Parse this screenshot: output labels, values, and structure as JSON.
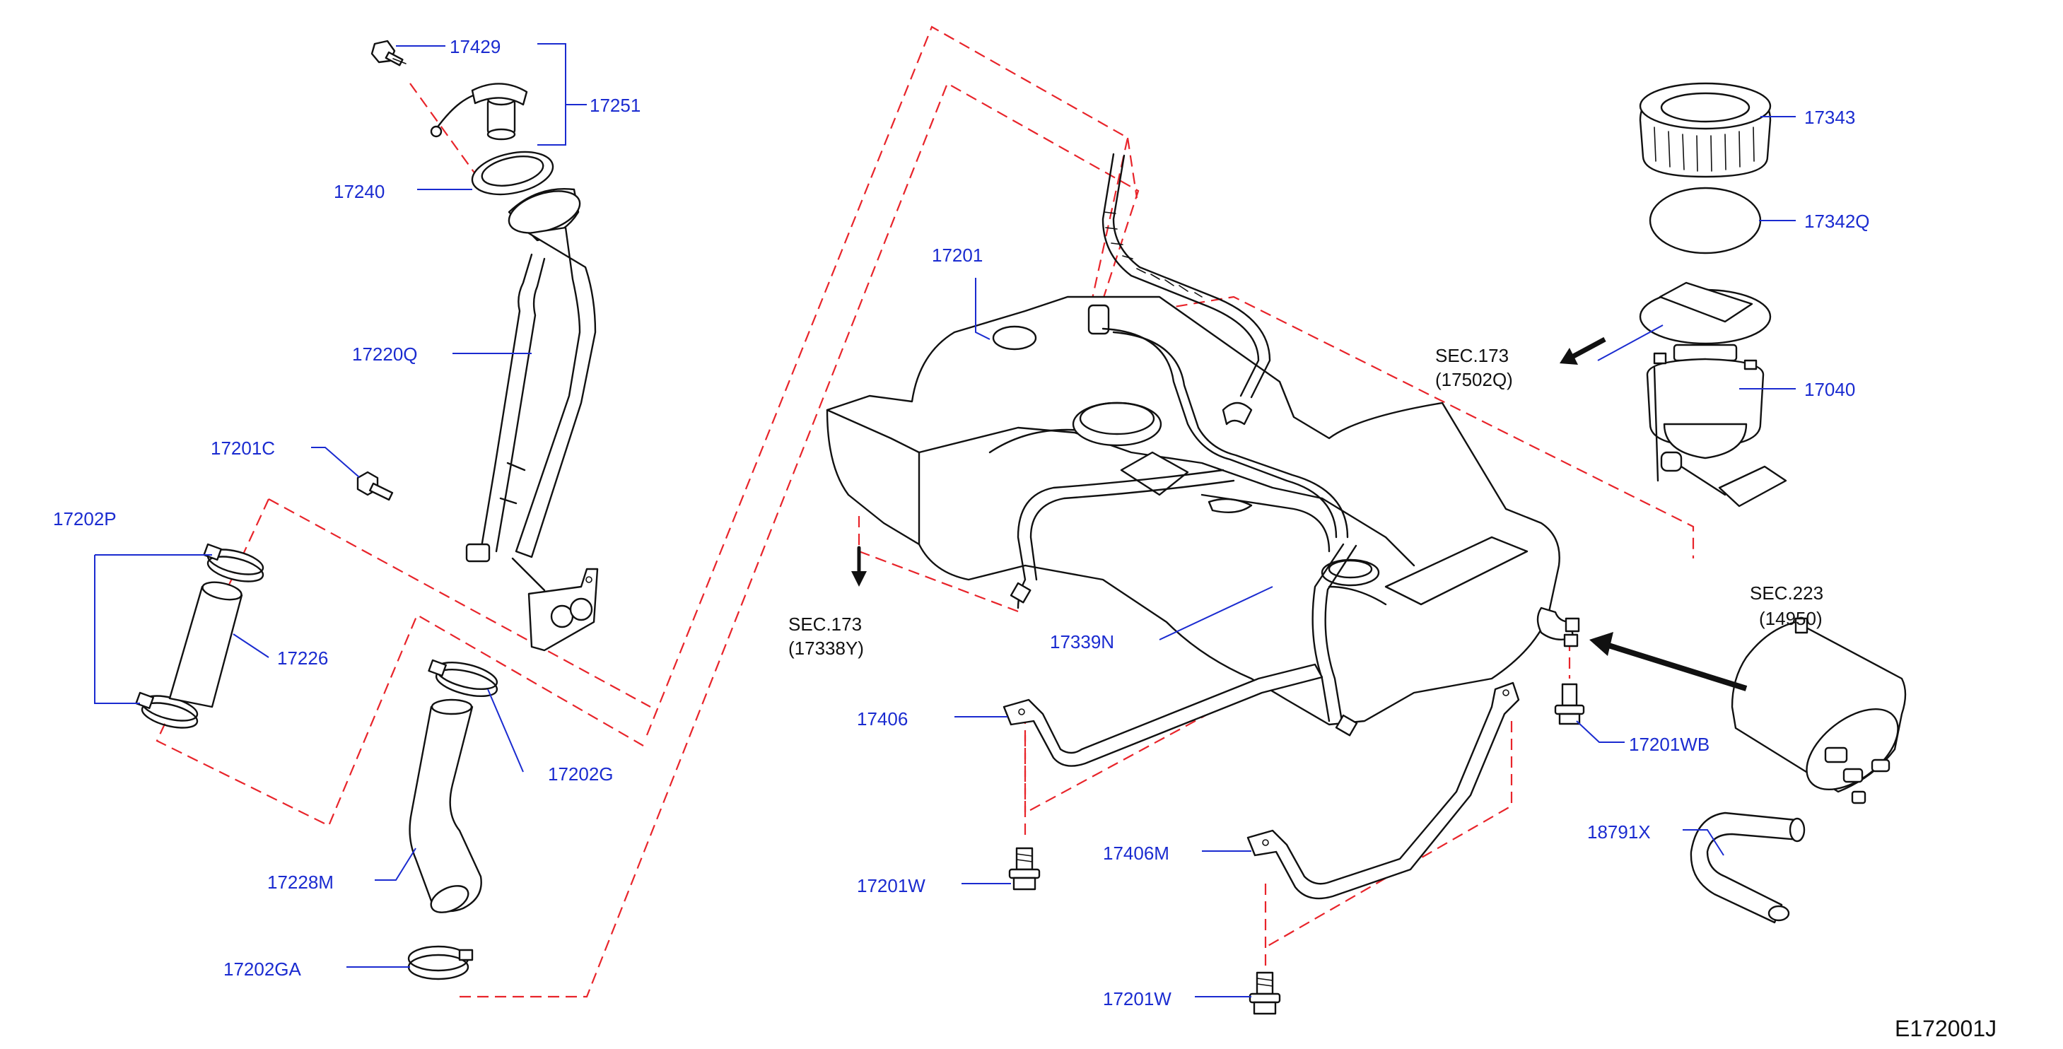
{
  "diagram_id": "E172001J",
  "colors": {
    "label": "#1a2bd0",
    "dashed_guide": "#e8242a",
    "outline": "#111111",
    "background": "#ffffff"
  },
  "parts": [
    {
      "id": "p17429",
      "label": "17429"
    },
    {
      "id": "p17251",
      "label": "17251"
    },
    {
      "id": "p17240",
      "label": "17240"
    },
    {
      "id": "p17220Q",
      "label": "17220Q"
    },
    {
      "id": "p17201C",
      "label": "17201C"
    },
    {
      "id": "p17202P",
      "label": "17202P"
    },
    {
      "id": "p17226",
      "label": "17226"
    },
    {
      "id": "p17202G",
      "label": "17202G"
    },
    {
      "id": "p17228M",
      "label": "17228M"
    },
    {
      "id": "p17202GA",
      "label": "17202GA"
    },
    {
      "id": "p17201",
      "label": "17201"
    },
    {
      "id": "p17339N",
      "label": "17339N"
    },
    {
      "id": "p17406",
      "label": "17406"
    },
    {
      "id": "p17201W_a",
      "label": "17201W"
    },
    {
      "id": "p17406M",
      "label": "17406M"
    },
    {
      "id": "p17201W_b",
      "label": "17201W"
    },
    {
      "id": "p17343",
      "label": "17343"
    },
    {
      "id": "p17342Q",
      "label": "17342Q"
    },
    {
      "id": "p17040",
      "label": "17040"
    },
    {
      "id": "p17201WB",
      "label": "17201WB"
    },
    {
      "id": "p18791X",
      "label": "18791X"
    }
  ],
  "section_refs": [
    {
      "id": "sec173a",
      "section": "SEC.173",
      "code": "(17502Q)"
    },
    {
      "id": "sec173b",
      "section": "SEC.173",
      "code": "(17338Y)"
    },
    {
      "id": "sec223",
      "section": "SEC.223",
      "code": "(14950)"
    }
  ]
}
